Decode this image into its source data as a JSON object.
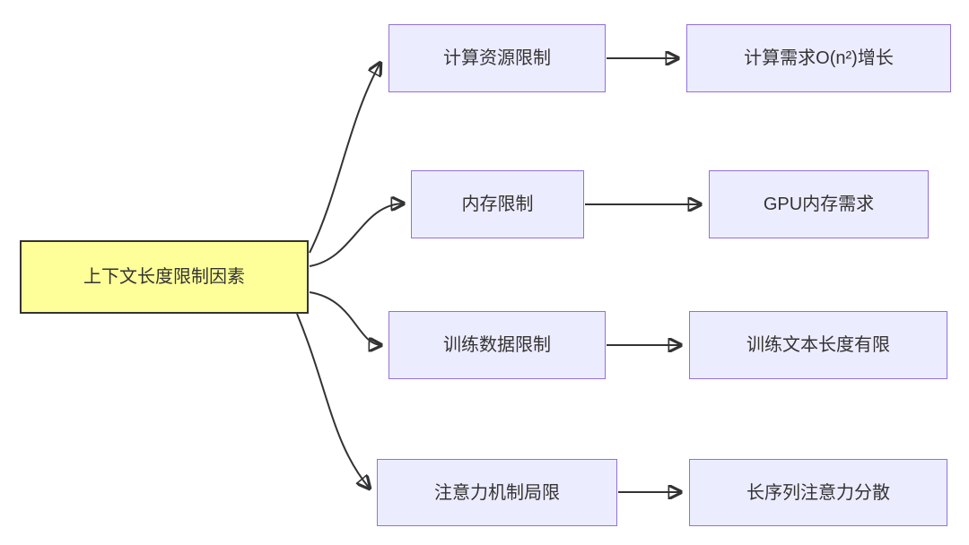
{
  "diagram": {
    "root": {
      "label": "上下文长度限制因素"
    },
    "rows": [
      {
        "mid": "计算资源限制",
        "right": "计算需求O(n²)增长"
      },
      {
        "mid": "内存限制",
        "right": "GPU内存需求"
      },
      {
        "mid": "训练数据限制",
        "right": "训练文本长度有限"
      },
      {
        "mid": "注意力机制局限",
        "right": "长序列注意力分散"
      }
    ],
    "colors": {
      "root_fill": "#ffff99",
      "root_border": "#333333",
      "node_fill": "#ececff",
      "node_border": "#9370db",
      "edge": "#333333",
      "text": "#333333"
    }
  }
}
